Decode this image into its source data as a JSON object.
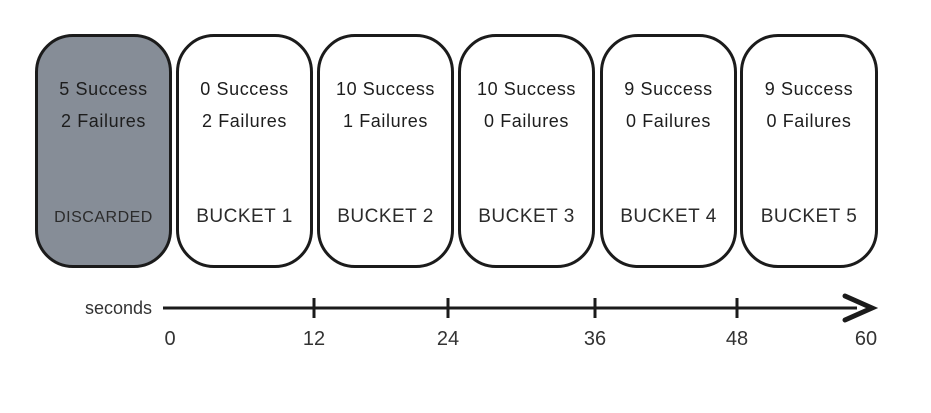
{
  "colors": {
    "background": "#ffffff",
    "stroke": "#1b1b1b",
    "discarded-fill": "#868d97",
    "bucket-fill": "#ffffff",
    "text": "#1d1d1d",
    "label-text": "#2b2b2b",
    "axis-text": "#333333"
  },
  "buckets": [
    {
      "success_line": "5 Success",
      "failures_line": "2 Failures",
      "label": "DISCARDED"
    },
    {
      "success_line": "0 Success",
      "failures_line": "2 Failures",
      "label": "BUCKET 1"
    },
    {
      "success_line": "10 Success",
      "failures_line": "1 Failures",
      "label": "BUCKET 2"
    },
    {
      "success_line": "10 Success",
      "failures_line": "0 Failures",
      "label": "BUCKET 3"
    },
    {
      "success_line": "9 Success",
      "failures_line": "0 Failures",
      "label": "BUCKET 4"
    },
    {
      "success_line": "9 Success",
      "failures_line": "0 Failures",
      "label": "BUCKET 5"
    }
  ],
  "axis": {
    "label": "seconds",
    "tick_labels": [
      "0",
      "12",
      "24",
      "36",
      "48",
      "60"
    ]
  }
}
